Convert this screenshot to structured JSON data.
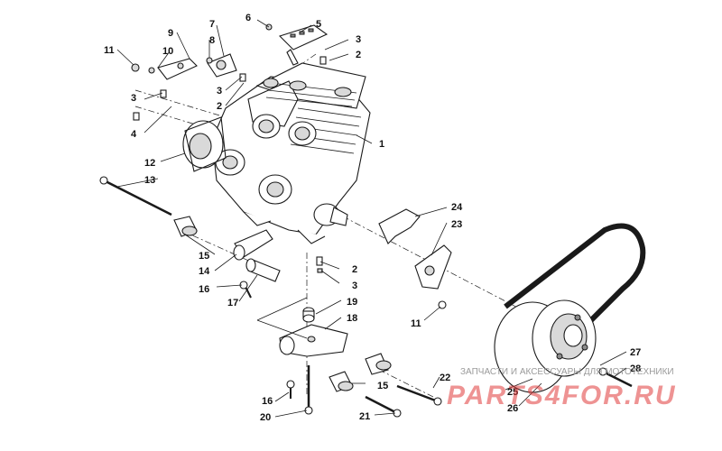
{
  "callouts": {
    "c1": "1",
    "c2a": "2",
    "c2b": "2",
    "c2c": "2",
    "c3a": "3",
    "c3b": "3",
    "c3c": "3",
    "c3d": "3",
    "c4": "4",
    "c5": "5",
    "c6": "6",
    "c7": "7",
    "c8": "8",
    "c9": "9",
    "c10": "10",
    "c11a": "11",
    "c11b": "11",
    "c12": "12",
    "c13": "13",
    "c14": "14",
    "c15a": "15",
    "c15b": "15",
    "c16a": "16",
    "c16b": "16",
    "c17": "17",
    "c18": "18",
    "c19": "19",
    "c20": "20",
    "c21": "21",
    "c22": "22",
    "c23": "23",
    "c24": "24",
    "c25": "25",
    "c26": "26",
    "c27": "27",
    "c28": "28"
  },
  "watermark": {
    "tagline": "ЗАПЧАСТИ И АКСЕССУАРЫ ДЛЯ МОТОТЕХНИКИ",
    "logo": "PARTS4FOR.RU"
  }
}
